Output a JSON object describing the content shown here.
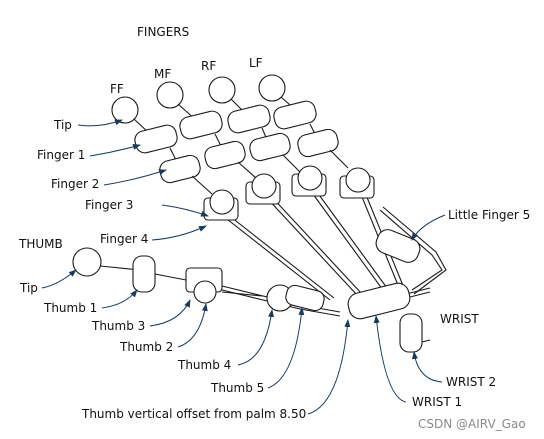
{
  "title": "FINGERS",
  "finger_names": {
    "ff": "FF",
    "mf": "MF",
    "rf": "RF",
    "lf": "LF"
  },
  "labels": {
    "tip": "Tip",
    "finger1": "Finger 1",
    "finger2": "Finger 2",
    "finger3": "Finger 3",
    "finger4": "Finger 4",
    "little_finger5": "Little Finger 5",
    "thumb": "THUMB",
    "thumb_tip": "Tip",
    "thumb1": "Thumb 1",
    "thumb2": "Thumb 2",
    "thumb3": "Thumb 3",
    "thumb4": "Thumb 4",
    "thumb5": "Thumb 5",
    "thumb_offset": "Thumb vertical offset from palm 8.50",
    "wrist": "WRIST",
    "wrist1": "WRIST 1",
    "wrist2": "WRIST 2"
  },
  "watermark": "CSDN @AIRV_Gao"
}
